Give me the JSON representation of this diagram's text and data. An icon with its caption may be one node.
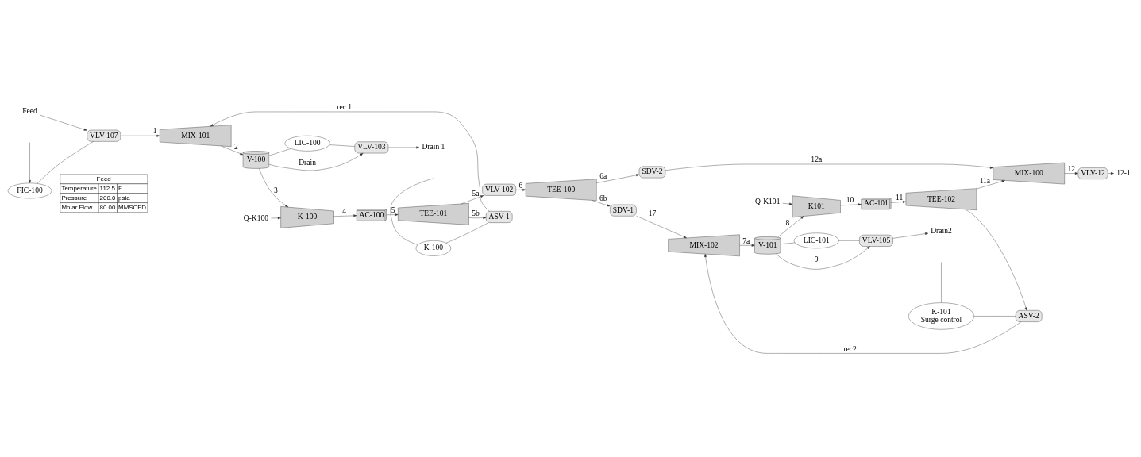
{
  "diagram": {
    "nodes": [
      {
        "text": [
          "Feed"
        ]
      },
      {
        "text": [
          "VLV-107"
        ]
      },
      {
        "text": [
          "FIC-100"
        ]
      },
      {
        "text": [
          "MIX-101"
        ]
      },
      {
        "text": [
          "V-100"
        ]
      },
      {
        "text": [
          "LIC-100"
        ]
      },
      {
        "text": [
          "VLV-103"
        ]
      },
      {
        "text": [
          "Drain 1"
        ]
      },
      {
        "text": [
          "K-100"
        ]
      },
      {
        "text": [
          "Q-K100"
        ]
      },
      {
        "text": [
          "K-100"
        ]
      },
      {
        "text": [
          "ASV-1"
        ]
      },
      {
        "text": [
          "AC-100"
        ]
      },
      {
        "text": [
          "TEE-101"
        ]
      },
      {
        "text": [
          "VLV-102"
        ]
      },
      {
        "text": [
          "TEE-100"
        ]
      },
      {
        "text": [
          "SDV-2"
        ]
      },
      {
        "text": [
          "MIX-100"
        ]
      },
      {
        "text": [
          "VLV-12"
        ]
      },
      {
        "text": [
          "12-1"
        ]
      },
      {
        "text": [
          "SDV-1"
        ]
      },
      {
        "text": [
          "MIX-102"
        ]
      },
      {
        "text": [
          "V-101"
        ]
      },
      {
        "text": [
          "LIC-101"
        ]
      },
      {
        "text": [
          "VLV-105"
        ]
      },
      {
        "text": [
          "Drain2"
        ]
      },
      {
        "text": [
          "K101"
        ]
      },
      {
        "text": [
          "Q-K101"
        ]
      },
      {
        "text": [
          "K-101",
          "Surge control"
        ]
      },
      {
        "text": [
          "ASV-2"
        ]
      },
      {
        "text": [
          "AC-101"
        ]
      },
      {
        "text": [
          "TEE-102"
        ]
      }
    ],
    "edges": [
      {
        "from": 0,
        "to": 1,
        "arrow": "to"
      },
      {
        "from": 1,
        "to": 3,
        "label": "1",
        "arrow": "to"
      },
      {
        "from": null,
        "to": 2,
        "arrow": "to"
      },
      {
        "from": 2,
        "to": 1,
        "arrow": "none"
      },
      {
        "from": 3,
        "to": 4,
        "label": "2",
        "arrow": "to"
      },
      {
        "from": 4,
        "to": 8,
        "label": "3",
        "arrow": "to"
      },
      {
        "from": 4,
        "to": 5,
        "arrow": "none"
      },
      {
        "from": 5,
        "to": 6,
        "arrow": "none"
      },
      {
        "from": 4,
        "to": 6,
        "label": "Drain",
        "arrow": "to"
      },
      {
        "from": 6,
        "to": 7,
        "arrow": "to"
      },
      {
        "from": 9,
        "to": 8,
        "arrow": "to"
      },
      {
        "from": null,
        "to": 10,
        "arrow": "none"
      },
      {
        "from": 10,
        "to": 11,
        "arrow": "none"
      },
      {
        "from": 8,
        "to": 12,
        "label": "4",
        "arrow": "to"
      },
      {
        "from": 12,
        "to": 13,
        "label": "5",
        "arrow": "to"
      },
      {
        "from": 13,
        "to": 11,
        "label": "5b",
        "arrow": "to"
      },
      {
        "from": 11,
        "to": 3,
        "label": "rec 1",
        "arrow": "to"
      },
      {
        "from": 13,
        "to": 14,
        "label": "5a",
        "arrow": "to"
      },
      {
        "from": 14,
        "to": 15,
        "label": "6",
        "arrow": "to"
      },
      {
        "from": 15,
        "to": 16,
        "label": "6a",
        "arrow": "to"
      },
      {
        "from": 16,
        "to": 17,
        "label": "12a",
        "arrow": "to"
      },
      {
        "from": 17,
        "to": 18,
        "label": "12",
        "arrow": "to"
      },
      {
        "from": 18,
        "to": 19,
        "arrow": "to"
      },
      {
        "from": 15,
        "to": 20,
        "label": "6b",
        "arrow": "to"
      },
      {
        "from": 20,
        "to": 21,
        "label": "17",
        "arrow": "to"
      },
      {
        "from": 21,
        "to": 22,
        "label": "7a",
        "arrow": "to"
      },
      {
        "from": 22,
        "to": 26,
        "label": "8",
        "arrow": "to"
      },
      {
        "from": 27,
        "to": 26,
        "arrow": "to"
      },
      {
        "from": null,
        "to": 28,
        "arrow": "none"
      },
      {
        "from": 28,
        "to": 29,
        "arrow": "none"
      },
      {
        "from": 26,
        "to": 30,
        "label": "10",
        "arrow": "to"
      },
      {
        "from": 30,
        "to": 31,
        "label": "11",
        "arrow": "to"
      },
      {
        "from": 31,
        "to": 17,
        "label": "11a",
        "arrow": "to"
      },
      {
        "from": 31,
        "to": 29,
        "arrow": "to"
      },
      {
        "from": 29,
        "to": 21,
        "label": "rec2",
        "arrow": "to"
      },
      {
        "from": 22,
        "to": 23,
        "arrow": "none"
      },
      {
        "from": 23,
        "to": 24,
        "arrow": "none"
      },
      {
        "from": 22,
        "to": 24,
        "label": "9",
        "arrow": "to"
      },
      {
        "from": 24,
        "to": 25,
        "arrow": "to"
      }
    ],
    "labels": [
      "Feed",
      "Temperature",
      "112.5",
      "F",
      "Pressure",
      "200.0",
      "psia",
      "Molar Flow",
      "80.00",
      "MMSCFD"
    ]
  }
}
